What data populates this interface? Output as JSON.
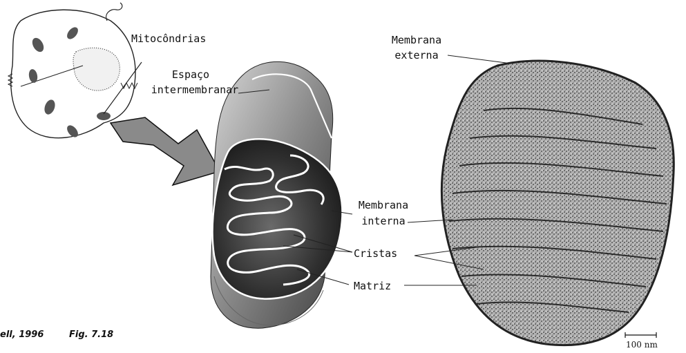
{
  "labels": {
    "mitocondrias": "Mitocôndrias",
    "espaco_line1": "Espaço",
    "espaco_line2": "intermembranar",
    "membrana_externa_line1": "Membrana",
    "membrana_externa_line2": "externa",
    "membrana_interna_line1": "Membrana",
    "membrana_interna_line2": "interna",
    "cristas": "Cristas",
    "matriz": "Matriz"
  },
  "citation": {
    "author": "ell, 1996",
    "figure": "Fig. 7.18"
  },
  "scale_bar": {
    "label": "100 nm"
  },
  "colors": {
    "arrow_fill": "#8a8a8a",
    "mito_dark": "#2a2a2a",
    "micrograph_bg": "#9a9a9a"
  }
}
